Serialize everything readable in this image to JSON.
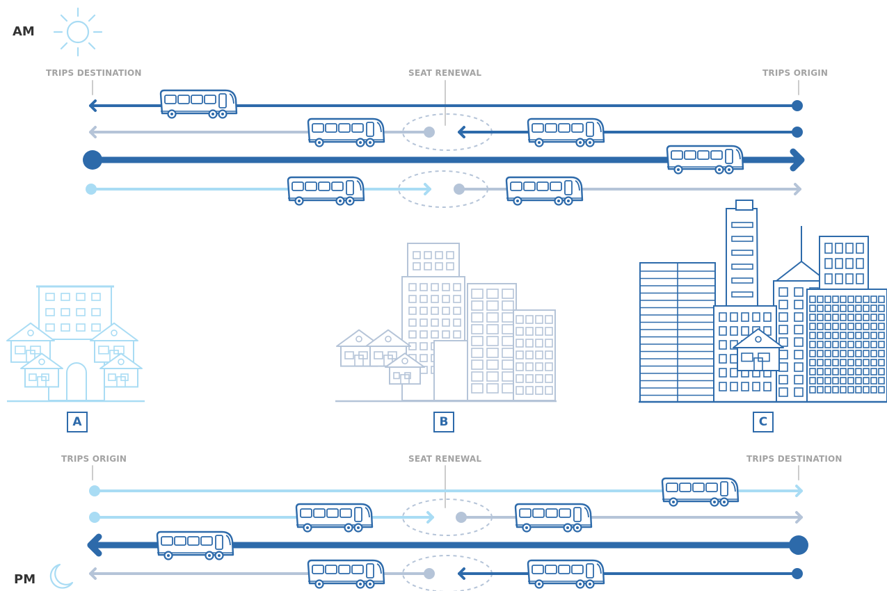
{
  "am": {
    "period_label": "AM",
    "period_icon": "sun-icon",
    "trips_destination_label": "TRIPS DESTINATION",
    "seat_renewal_label": "SEAT RENEWAL",
    "trips_origin_label": "TRIPS ORIGIN"
  },
  "pm": {
    "period_label": "PM",
    "period_icon": "moon-icon",
    "trips_origin_label": "TRIPS ORIGIN",
    "seat_renewal_label": "SEAT RENEWAL",
    "trips_destination_label": "TRIPS DESTINATION"
  },
  "zones": [
    {
      "label": "A",
      "icon": "residential-houses-icon",
      "color": "#a9dcf4"
    },
    {
      "label": "B",
      "icon": "mixed-buildings-icon",
      "color": "#b5c4d8"
    },
    {
      "label": "C",
      "icon": "downtown-skyscrapers-icon",
      "color": "#2d6aaa"
    }
  ],
  "colors": {
    "dark_blue": "#2d6aaa",
    "grey_blue": "#b5c4d8",
    "light_blue": "#a9dcf4",
    "label_grey": "#a3a3a3"
  }
}
